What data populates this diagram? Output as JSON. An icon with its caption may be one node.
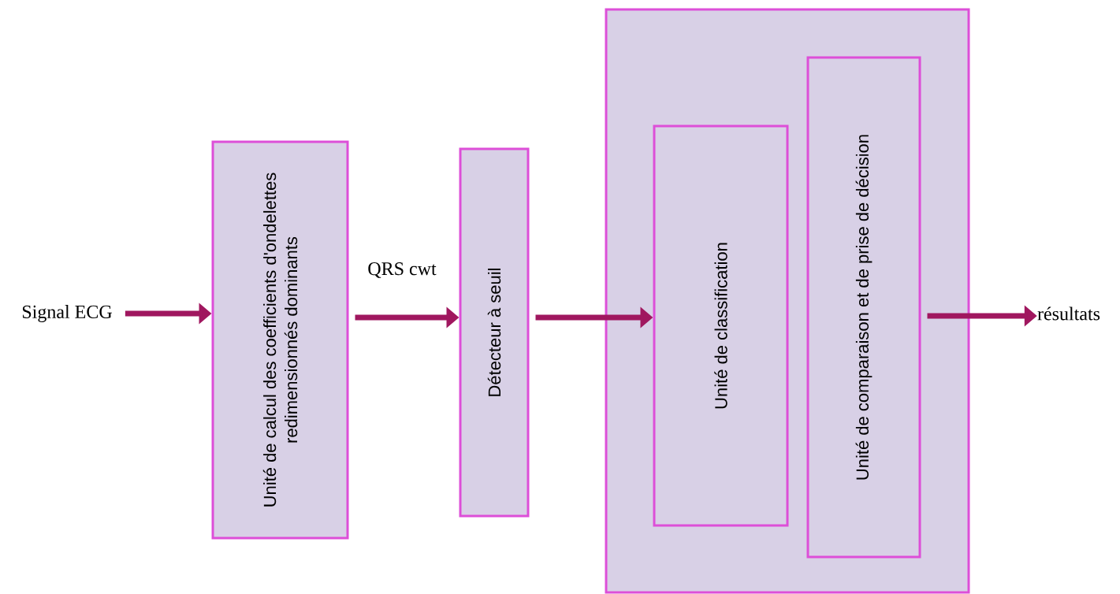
{
  "diagram": {
    "nodes": [
      {
        "text": [
          "Signal ECG"
        ]
      },
      {
        "text": [
          "Unité de calcul des coefficients d'ondelettes redimensionnés dominants"
        ]
      },
      {
        "text": [
          "Détecteur à seuil"
        ]
      },
      {
        "text": [],
        "shape": "box"
      },
      {
        "text": [
          "Unité de classification"
        ],
        "in": 3
      },
      {
        "text": [
          "Unité de comparaison et de prise de décision"
        ],
        "in": 3
      },
      {
        "text": [
          "résultats"
        ]
      }
    ],
    "edges": [
      {
        "from": 0,
        "to": 1,
        "arrow": "to"
      },
      {
        "from": 1,
        "to": 2,
        "arrow": "to",
        "label": "QRS cwt"
      },
      {
        "from": 2,
        "to": 4,
        "arrow": "to"
      },
      {
        "from": 5,
        "to": 6,
        "arrow": "to"
      }
    ]
  }
}
